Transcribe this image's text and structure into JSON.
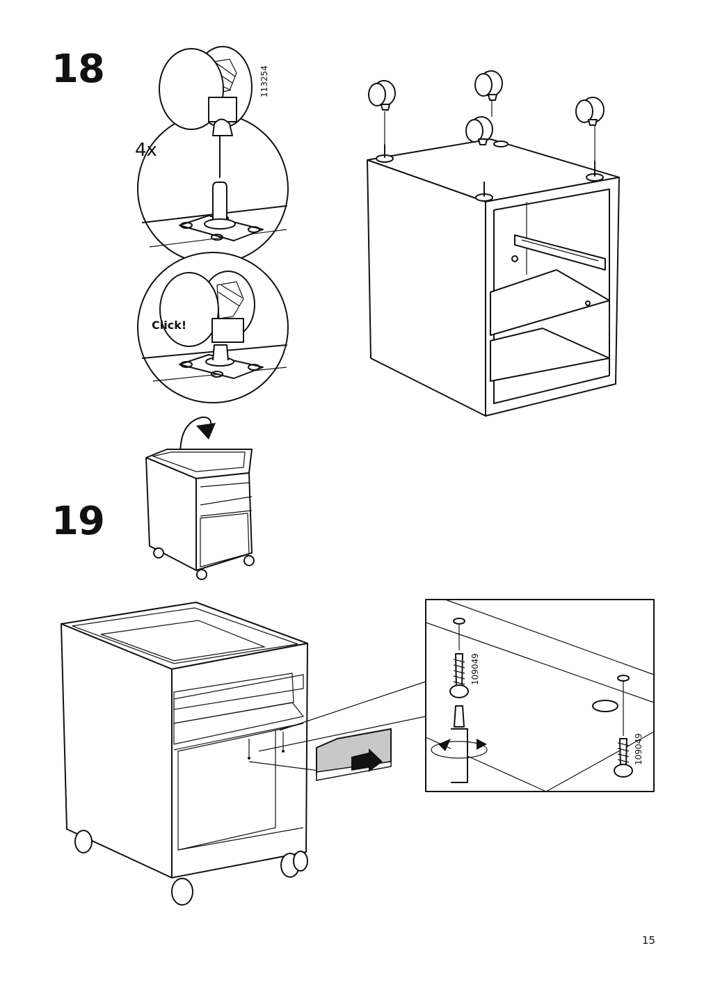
{
  "steps": [
    {
      "number": "18",
      "quantity": "4x",
      "part_number": "113254",
      "callout": "Click!"
    },
    {
      "number": "19",
      "part_number_a": "109049",
      "part_number_b": "109049"
    }
  ],
  "page_number": "15"
}
